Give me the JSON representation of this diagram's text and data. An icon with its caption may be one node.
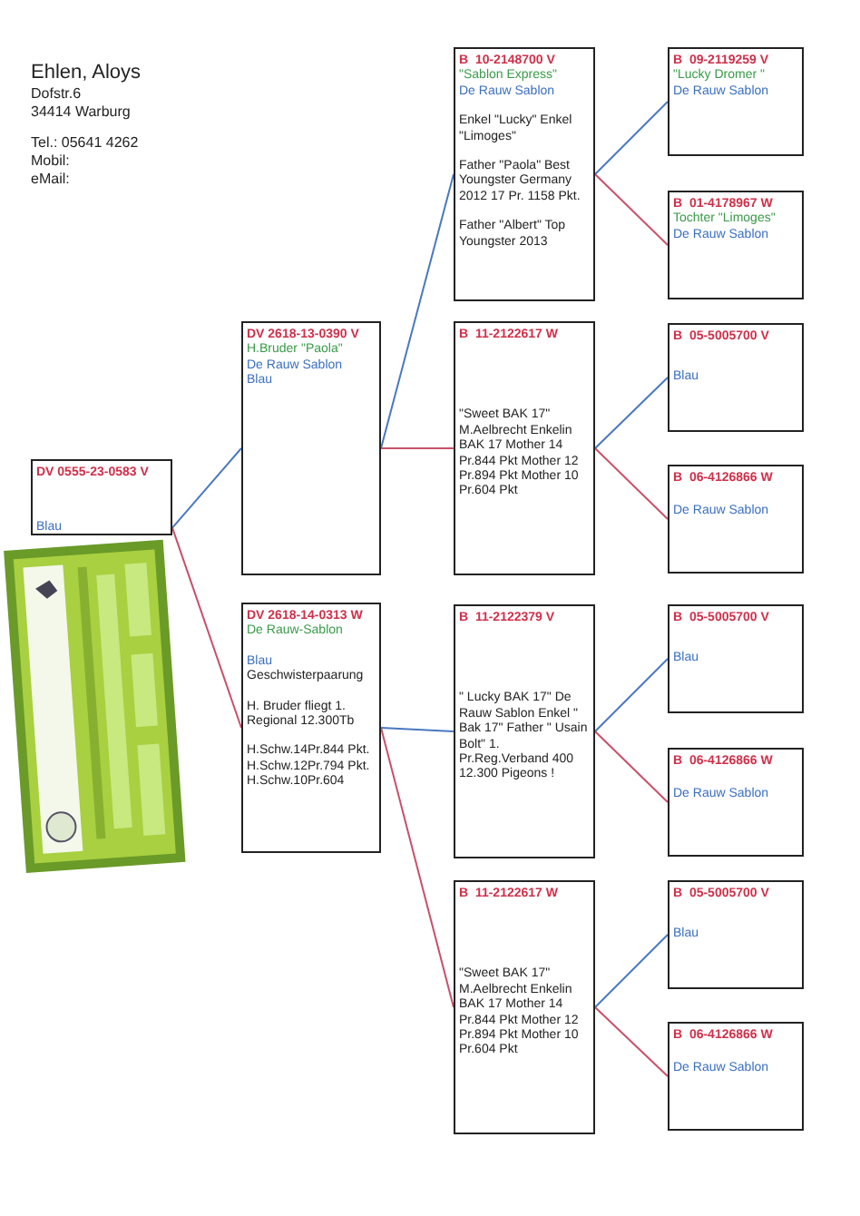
{
  "diagram": {
    "nodes": [
      {
        "text": [
          "DV 0555-23-0583 V",
          "Blau"
        ]
      },
      {
        "text": [
          "DV 2618-13-0390 V",
          "H.Bruder \"Paola\"",
          "De Rauw Sablon",
          "Blau"
        ]
      },
      {
        "text": [
          "DV 2618-14-0313 W",
          "De Rauw-Sablon",
          "Blau",
          "Geschwisterpaarung",
          "H. Bruder fliegt 1. Regional 12.300Tb",
          "H.Schw.14Pr.844 Pkt. H.Schw.12Pr.794 Pkt. H.Schw.10Pr.604"
        ]
      },
      {
        "text": [
          "B  10-2148700 V",
          "\"Sablon Express\"",
          "De Rauw Sablon",
          "Enkel \"Lucky\" Enkel \"Limoges\"",
          "Father \"Paola\" Best Youngster Germany 2012 17 Pr. 1158 Pkt.",
          "Father \"Albert\" Top Youngster 2013"
        ]
      },
      {
        "text": [
          "B  11-2122617 W",
          "\"Sweet BAK 17\" M.Aelbrecht Enkelin BAK 17 Mother 14 Pr.844 Pkt Mother 12 Pr.894 Pkt Mother 10 Pr.604 Pkt"
        ]
      },
      {
        "text": [
          "B  11-2122379 V",
          "\" Lucky BAK 17\" De Rauw Sablon Enkel \" Bak 17\" Father \" Usain Bolt\" 1. Pr.Reg.Verband 400 12.300 Pigeons !"
        ]
      },
      {
        "text": [
          "B  11-2122617 W",
          "\"Sweet BAK 17\" M.Aelbrecht Enkelin BAK 17 Mother 14 Pr.844 Pkt Mother 12 Pr.894 Pkt Mother 10 Pr.604 Pkt"
        ]
      },
      {
        "text": [
          "B  09-2119259 V",
          "\"Lucky Dromer \"",
          "De Rauw Sablon"
        ]
      },
      {
        "text": [
          "B  01-4178967 W",
          "Tochter \"Limoges\"",
          "De Rauw Sablon"
        ]
      },
      {
        "text": [
          "B  05-5005700 V",
          "Blau"
        ]
      },
      {
        "text": [
          "B  06-4126866 W",
          "De Rauw Sablon"
        ]
      },
      {
        "text": [
          "B  05-5005700 V",
          "Blau"
        ]
      },
      {
        "text": [
          "B  06-4126866 W",
          "De Rauw Sablon"
        ]
      },
      {
        "text": [
          "B  05-5005700 V",
          "Blau"
        ]
      },
      {
        "text": [
          "B  06-4126866 W",
          "De Rauw Sablon"
        ]
      }
    ],
    "edges": [
      {
        "from": 0,
        "to": 1,
        "arrow": "none",
        "color": "#4a78c0"
      },
      {
        "from": 0,
        "to": 2,
        "arrow": "none",
        "color": "#c8506a"
      },
      {
        "from": 1,
        "to": 3,
        "arrow": "none",
        "color": "#4a78c0"
      },
      {
        "from": 1,
        "to": 4,
        "arrow": "none",
        "color": "#c8506a"
      },
      {
        "from": 2,
        "to": 5,
        "arrow": "none",
        "color": "#4a78c0"
      },
      {
        "from": 2,
        "to": 6,
        "arrow": "none",
        "color": "#c8506a"
      },
      {
        "from": 3,
        "to": 7,
        "arrow": "none",
        "color": "#4a78c0"
      },
      {
        "from": 3,
        "to": 8,
        "arrow": "none",
        "color": "#c8506a"
      },
      {
        "from": 4,
        "to": 9,
        "arrow": "none",
        "color": "#4a78c0"
      },
      {
        "from": 4,
        "to": 10,
        "arrow": "none",
        "color": "#c8506a"
      },
      {
        "from": 5,
        "to": 11,
        "arrow": "none",
        "color": "#4a78c0"
      },
      {
        "from": 5,
        "to": 12,
        "arrow": "none",
        "color": "#c8506a"
      },
      {
        "from": 6,
        "to": 13,
        "arrow": "none",
        "color": "#4a78c0"
      },
      {
        "from": 6,
        "to": 14,
        "arrow": "none",
        "color": "#c8506a"
      }
    ],
    "labels": [
      "Ehlen, Aloys",
      "Dofstr.6",
      "34414 Warburg",
      "Tel.: 05641 4262",
      "Mobil:",
      "eMail:"
    ]
  }
}
